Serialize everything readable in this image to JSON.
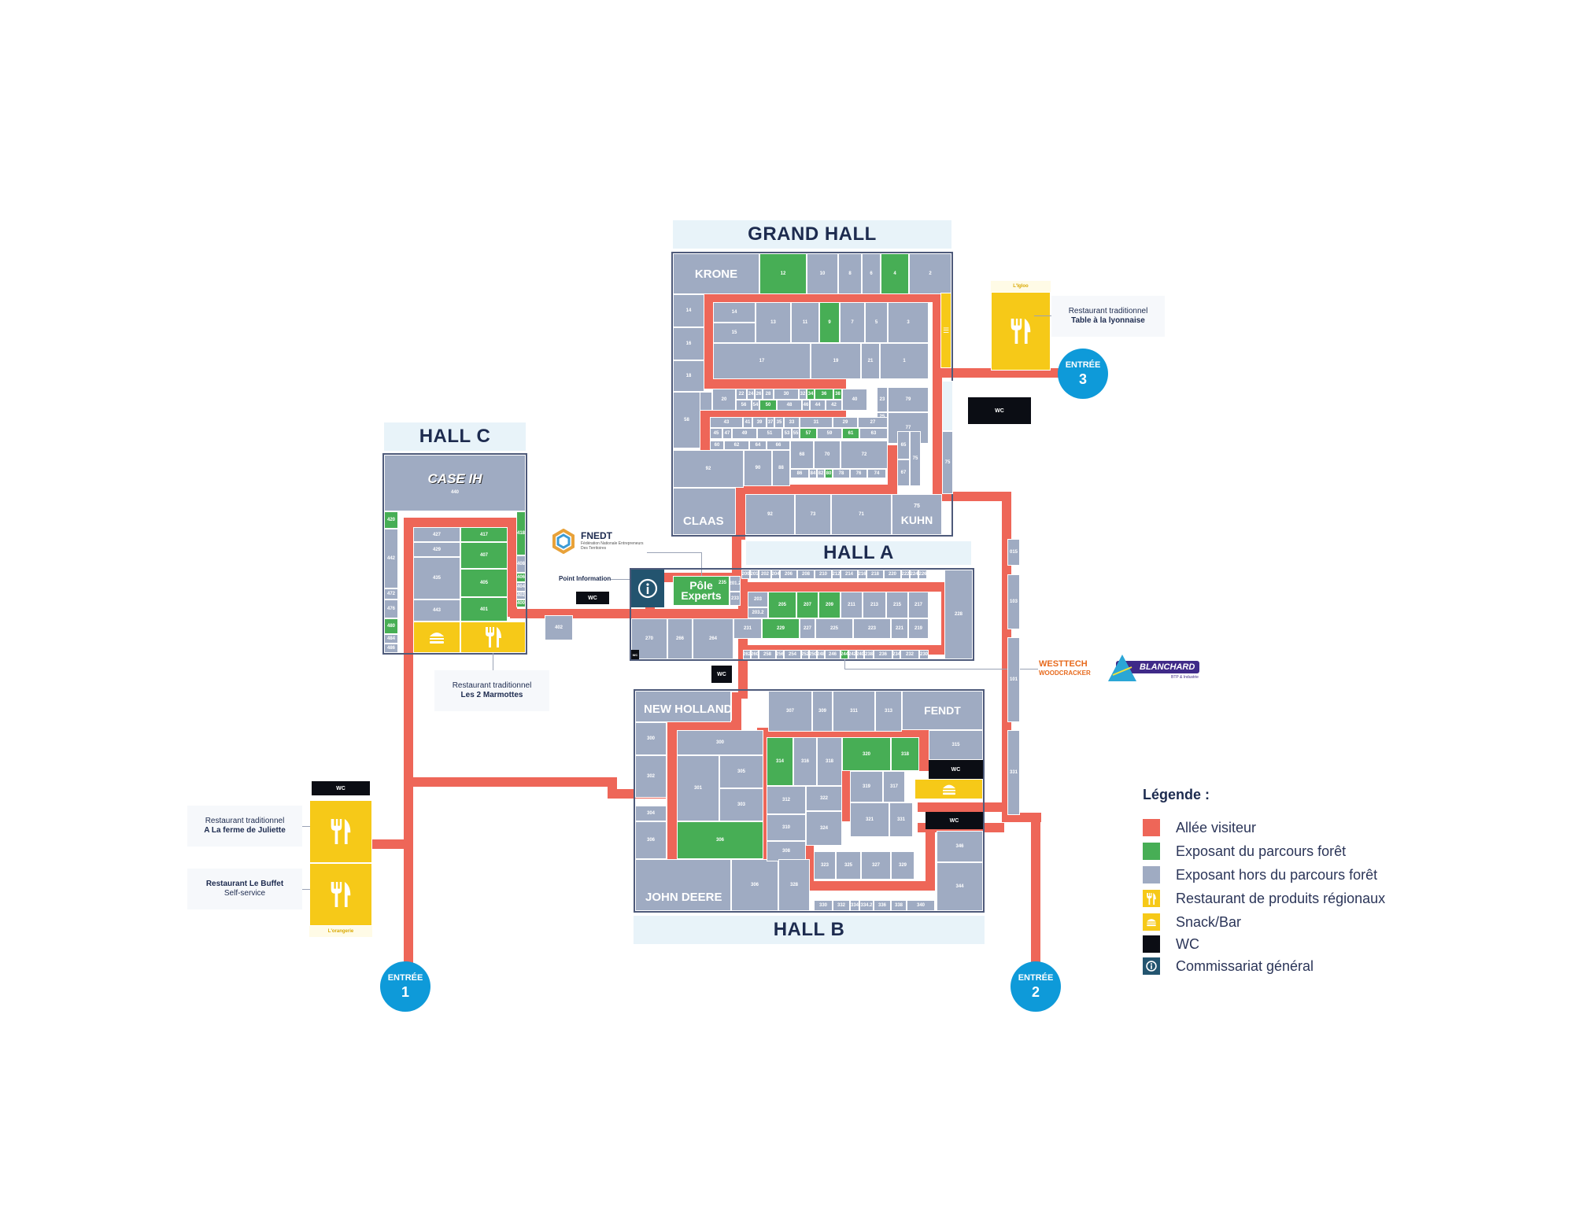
{
  "colors": {
    "aisle": "#ee6658",
    "forest_exhibitor": "#47ae55",
    "other_exhibitor": "#9fabc2",
    "food": "#f6c918",
    "wc": "#0b0d14",
    "info": "#23546f",
    "entry": "#0e9ad9",
    "title_text": "#1d2b4f"
  },
  "halls": {
    "grand_hall": {
      "title": "GRAND HALL"
    },
    "hall_a": {
      "title": "HALL A"
    },
    "hall_b": {
      "title": "HALL B"
    },
    "hall_c": {
      "title": "HALL C"
    }
  },
  "brands": {
    "krone": "KRONE",
    "claas": "CLAAS",
    "kuhn": "KUHN",
    "new_holland": "NEW HOLLAND",
    "john_deere": "JOHN DEERE",
    "fendt": "FENDT",
    "case_ih": "CASE IH",
    "pole_experts": "Pôle Experts",
    "fnedt": "FNEDT",
    "fnedt_sub": "Fédération Nationale Entrepreneurs Des Territoires",
    "westtech": "WESTTECH",
    "westtech_sub": "WOODCRACKER",
    "blanchard": "BLANCHARD",
    "blanchard_sub": "BTP & Industrie"
  },
  "entries": [
    {
      "label": "ENTRÉE",
      "number": "1"
    },
    {
      "label": "ENTRÉE",
      "number": "2"
    },
    {
      "label": "ENTRÉE",
      "number": "3"
    }
  ],
  "restaurants": {
    "igloo_label": "L'Igloo",
    "orangerie_label": "L'orangerie",
    "table_lyonnaise": {
      "line1": "Restaurant traditionnel",
      "line2": "Table à la lyonnaise"
    },
    "deux_marmottes": {
      "line1": "Restaurant traditionnel",
      "line2": "Les 2 Marmottes"
    },
    "ferme_juliette": {
      "line1": "Restaurant traditionnel",
      "line2": "A La ferme de Juliette"
    },
    "le_buffet": {
      "line1": "Restaurant Le Buffet",
      "line2": "Self-service"
    }
  },
  "wc_label": "WC",
  "point_information": "Point Information",
  "legend": {
    "title": "Légende :",
    "items": [
      {
        "label": "Allée visiteur",
        "icon": "aisle-swatch"
      },
      {
        "label": "Exposant du parcours forêt",
        "icon": "green-swatch"
      },
      {
        "label": "Exposant hors du parcours forêt",
        "icon": "grey-swatch"
      },
      {
        "label": "Restaurant de produits régionaux",
        "icon": "fork-knife-icon"
      },
      {
        "label": "Snack/Bar",
        "icon": "burger-icon"
      },
      {
        "label": "WC",
        "icon": "wc-swatch"
      },
      {
        "label": "Commissariat général",
        "icon": "info-icon"
      }
    ]
  },
  "stands": {
    "grand_hall": [
      {
        "id": "12",
        "forest": true
      },
      {
        "id": "10"
      },
      {
        "id": "8"
      },
      {
        "id": "6"
      },
      {
        "id": "4",
        "forest": true
      },
      {
        "id": "2"
      },
      {
        "id": "14"
      },
      {
        "id": "14b",
        "label": "14"
      },
      {
        "id": "15"
      },
      {
        "id": "13"
      },
      {
        "id": "11"
      },
      {
        "id": "9",
        "forest": true
      },
      {
        "id": "7"
      },
      {
        "id": "5"
      },
      {
        "id": "3"
      },
      {
        "id": "16"
      },
      {
        "id": "18"
      },
      {
        "id": "17"
      },
      {
        "id": "19"
      },
      {
        "id": "21"
      },
      {
        "id": "1"
      },
      {
        "id": "20"
      },
      {
        "id": "22"
      },
      {
        "id": "24"
      },
      {
        "id": "26"
      },
      {
        "id": "28"
      },
      {
        "id": "30"
      },
      {
        "id": "32"
      },
      {
        "id": "34",
        "forest": true
      },
      {
        "id": "36",
        "forest": true
      },
      {
        "id": "38",
        "forest": true
      },
      {
        "id": "40"
      },
      {
        "id": "56"
      },
      {
        "id": "54"
      },
      {
        "id": "50",
        "forest": true
      },
      {
        "id": "48"
      },
      {
        "id": "46"
      },
      {
        "id": "44"
      },
      {
        "id": "42"
      },
      {
        "id": "23"
      },
      {
        "id": "79"
      },
      {
        "id": "25"
      },
      {
        "id": "77"
      },
      {
        "id": "58"
      },
      {
        "id": "43"
      },
      {
        "id": "41"
      },
      {
        "id": "39"
      },
      {
        "id": "37"
      },
      {
        "id": "35"
      },
      {
        "id": "33"
      },
      {
        "id": "31"
      },
      {
        "id": "29"
      },
      {
        "id": "27"
      },
      {
        "id": "45"
      },
      {
        "id": "47"
      },
      {
        "id": "49"
      },
      {
        "id": "51"
      },
      {
        "id": "53"
      },
      {
        "id": "55"
      },
      {
        "id": "57",
        "forest": true
      },
      {
        "id": "59"
      },
      {
        "id": "61",
        "forest": true
      },
      {
        "id": "63"
      },
      {
        "id": "60"
      },
      {
        "id": "62"
      },
      {
        "id": "64"
      },
      {
        "id": "66"
      },
      {
        "id": "65"
      },
      {
        "id": "75a",
        "label": "75"
      },
      {
        "id": "75b",
        "label": "75"
      },
      {
        "id": "92"
      },
      {
        "id": "90"
      },
      {
        "id": "88"
      },
      {
        "id": "68"
      },
      {
        "id": "70"
      },
      {
        "id": "72"
      },
      {
        "id": "67"
      },
      {
        "id": "86"
      },
      {
        "id": "84"
      },
      {
        "id": "82"
      },
      {
        "id": "80",
        "forest": true
      },
      {
        "id": "78"
      },
      {
        "id": "76"
      },
      {
        "id": "74"
      },
      {
        "id": "92b",
        "label": "92"
      },
      {
        "id": "73"
      },
      {
        "id": "71"
      },
      {
        "id": "75c",
        "label": "75"
      }
    ],
    "hall_a": [
      {
        "id": "200"
      },
      {
        "id": "201"
      },
      {
        "id": "202"
      },
      {
        "id": "204"
      },
      {
        "id": "206"
      },
      {
        "id": "208"
      },
      {
        "id": "210"
      },
      {
        "id": "212"
      },
      {
        "id": "214"
      },
      {
        "id": "216"
      },
      {
        "id": "218"
      },
      {
        "id": "220"
      },
      {
        "id": "222"
      },
      {
        "id": "224"
      },
      {
        "id": "226"
      },
      {
        "id": "228"
      },
      {
        "id": "235"
      },
      {
        "id": "201.2"
      },
      {
        "id": "233"
      },
      {
        "id": "203"
      },
      {
        "id": "203.2"
      },
      {
        "id": "205",
        "forest": true
      },
      {
        "id": "207",
        "forest": true
      },
      {
        "id": "209",
        "forest": true
      },
      {
        "id": "211"
      },
      {
        "id": "213"
      },
      {
        "id": "215"
      },
      {
        "id": "217"
      },
      {
        "id": "270"
      },
      {
        "id": "266"
      },
      {
        "id": "264"
      },
      {
        "id": "231"
      },
      {
        "id": "229",
        "forest": true
      },
      {
        "id": "227"
      },
      {
        "id": "225"
      },
      {
        "id": "223"
      },
      {
        "id": "221"
      },
      {
        "id": "219"
      },
      {
        "id": "262"
      },
      {
        "id": "260"
      },
      {
        "id": "258"
      },
      {
        "id": "256"
      },
      {
        "id": "254"
      },
      {
        "id": "252"
      },
      {
        "id": "250"
      },
      {
        "id": "248"
      },
      {
        "id": "246"
      },
      {
        "id": "244",
        "forest": true
      },
      {
        "id": "242"
      },
      {
        "id": "240"
      },
      {
        "id": "238"
      },
      {
        "id": "236"
      },
      {
        "id": "234"
      },
      {
        "id": "232"
      },
      {
        "id": "230"
      }
    ],
    "hall_b": [
      {
        "id": "300"
      },
      {
        "id": "300b",
        "label": "300"
      },
      {
        "id": "302"
      },
      {
        "id": "301"
      },
      {
        "id": "305"
      },
      {
        "id": "303"
      },
      {
        "id": "304"
      },
      {
        "id": "306",
        "forest": true
      },
      {
        "id": "306b",
        "label": "306"
      },
      {
        "id": "306c",
        "label": "306"
      },
      {
        "id": "307"
      },
      {
        "id": "309"
      },
      {
        "id": "311"
      },
      {
        "id": "313"
      },
      {
        "id": "315"
      },
      {
        "id": "314",
        "forest": true
      },
      {
        "id": "316"
      },
      {
        "id": "318"
      },
      {
        "id": "320",
        "forest": true
      },
      {
        "id": "318b",
        "label": "318",
        "forest": true
      },
      {
        "id": "312"
      },
      {
        "id": "322"
      },
      {
        "id": "310"
      },
      {
        "id": "324"
      },
      {
        "id": "308"
      },
      {
        "id": "328"
      },
      {
        "id": "319"
      },
      {
        "id": "317"
      },
      {
        "id": "321"
      },
      {
        "id": "331"
      },
      {
        "id": "346"
      },
      {
        "id": "344"
      },
      {
        "id": "323"
      },
      {
        "id": "325"
      },
      {
        "id": "327"
      },
      {
        "id": "329"
      },
      {
        "id": "330"
      },
      {
        "id": "332"
      },
      {
        "id": "334"
      },
      {
        "id": "334.2"
      },
      {
        "id": "336"
      },
      {
        "id": "338"
      },
      {
        "id": "340"
      }
    ],
    "hall_c": [
      {
        "id": "440"
      },
      {
        "id": "420",
        "forest": true
      },
      {
        "id": "442"
      },
      {
        "id": "472"
      },
      {
        "id": "476"
      },
      {
        "id": "480",
        "forest": true
      },
      {
        "id": "484"
      },
      {
        "id": "486"
      },
      {
        "id": "427"
      },
      {
        "id": "417",
        "forest": true
      },
      {
        "id": "429"
      },
      {
        "id": "407",
        "forest": true
      },
      {
        "id": "435"
      },
      {
        "id": "405",
        "forest": true
      },
      {
        "id": "443"
      },
      {
        "id": "401",
        "forest": true
      },
      {
        "id": "418",
        "forest": true
      },
      {
        "id": "408"
      },
      {
        "id": "406",
        "forest": true
      },
      {
        "id": "404"
      },
      {
        "id": "402"
      },
      {
        "id": "400",
        "forest": true
      }
    ],
    "outdoor": [
      {
        "id": "402"
      },
      {
        "id": "015"
      },
      {
        "id": "103"
      },
      {
        "id": "101"
      },
      {
        "id": "331"
      }
    ]
  }
}
